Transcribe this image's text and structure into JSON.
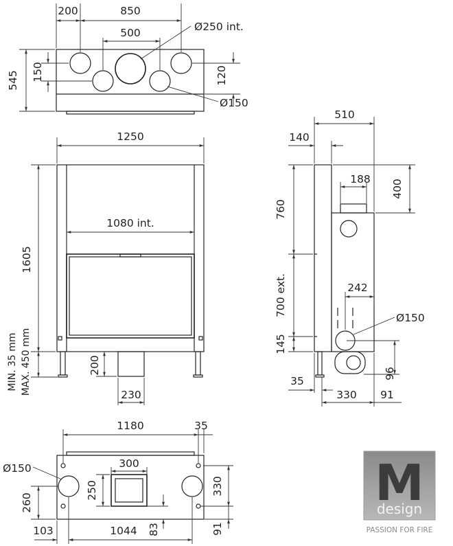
{
  "views": {
    "top": {
      "dim_200": "200",
      "dim_850": "850",
      "dim_500": "500",
      "dim_250_int": "Ø250 int.",
      "dim_150_left": "150",
      "dim_545": "545",
      "dim_120": "120",
      "dim_150_diam": "Ø150"
    },
    "front": {
      "dim_1250": "1250",
      "dim_1080_int": "1080 int.",
      "dim_1605": "1605",
      "min_height": "MIN. 35 mm",
      "max_height": "MAX. 450 mm",
      "dim_200": "200",
      "dim_230": "230"
    },
    "side": {
      "dim_510": "510",
      "dim_140": "140",
      "dim_188": "188",
      "dim_400": "400",
      "dim_760": "760",
      "dim_242": "242",
      "dim_700_ext": "700 ext.",
      "dim_150_diam": "Ø150",
      "dim_145": "145",
      "dim_96": "96",
      "dim_35": "35",
      "dim_330": "330",
      "dim_91": "91"
    },
    "bottom": {
      "dim_1180": "1180",
      "dim_35": "35",
      "dim_150_diam": "Ø150",
      "dim_300": "300",
      "dim_330": "330",
      "dim_260": "260",
      "dim_250": "250",
      "dim_103": "103",
      "dim_1044": "1044",
      "dim_83": "83",
      "dim_91": "91"
    }
  },
  "logo": {
    "letter": "M",
    "word": "design",
    "tagline": "PASSION FOR FIRE"
  }
}
